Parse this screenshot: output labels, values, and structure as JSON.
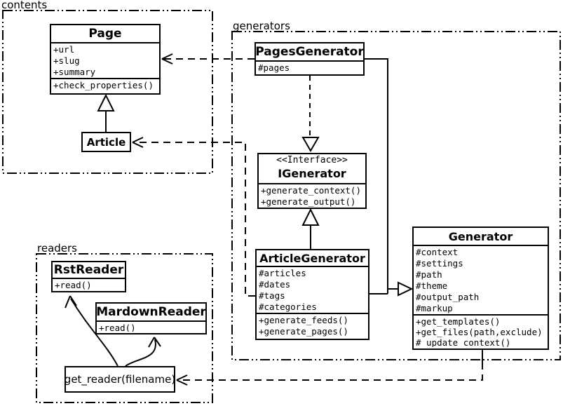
{
  "colors": {
    "line": "#000000",
    "background": "#ffffff"
  },
  "packages": {
    "contents": {
      "label": "contents"
    },
    "generators": {
      "label": "generators"
    },
    "readers": {
      "label": "readers"
    }
  },
  "classes": {
    "page": {
      "name": "Page",
      "attributes": [
        "+url",
        "+slug",
        "+summary"
      ],
      "methods": [
        "+check_properties()"
      ]
    },
    "article": {
      "name": "Article"
    },
    "pages_generator": {
      "name": "PagesGenerator",
      "attributes": [
        "#pages"
      ]
    },
    "igenerator": {
      "stereotype": "<<Interface>>",
      "name": "IGenerator",
      "methods": [
        "+generate_context()",
        "+generate_output()"
      ]
    },
    "article_generator": {
      "name": "ArticleGenerator",
      "attributes": [
        "#articles",
        "#dates",
        "#tags",
        "#categories"
      ],
      "methods": [
        "+generate_feeds()",
        "+generate_pages()"
      ]
    },
    "generator": {
      "name": "Generator",
      "attributes": [
        "#context",
        "#settings",
        "#path",
        "#theme",
        "#output_path",
        "#markup"
      ],
      "methods": [
        "+get_templates()",
        "+get_files(path,exclude)",
        "#_update_context()"
      ]
    },
    "rst_reader": {
      "name": "RstReader",
      "methods": [
        "+read()"
      ]
    },
    "mardown_reader": {
      "name": "MardownReader",
      "methods": [
        "+read()"
      ]
    },
    "get_reader": {
      "label": "get_reader(filename)"
    }
  },
  "relationships": [
    {
      "from": "Article",
      "to": "Page",
      "type": "inheritance"
    },
    {
      "from": "PagesGenerator",
      "to": "Page",
      "type": "dependency"
    },
    {
      "from": "PagesGenerator",
      "to": "IGenerator",
      "type": "realization"
    },
    {
      "from": "PagesGenerator",
      "to": "Generator",
      "type": "inheritance"
    },
    {
      "from": "ArticleGenerator",
      "to": "IGenerator",
      "type": "inheritance"
    },
    {
      "from": "ArticleGenerator",
      "to": "Generator",
      "type": "inheritance"
    },
    {
      "from": "ArticleGenerator",
      "to": "Article",
      "type": "dependency"
    },
    {
      "from": "Generator",
      "to": "get_reader(filename)",
      "type": "dependency"
    },
    {
      "from": "get_reader(filename)",
      "to": "RstReader",
      "type": "arrow"
    },
    {
      "from": "get_reader(filename)",
      "to": "MardownReader",
      "type": "arrow"
    }
  ]
}
